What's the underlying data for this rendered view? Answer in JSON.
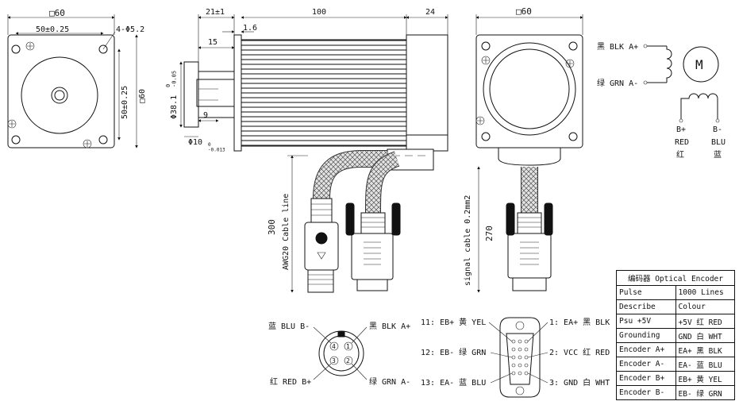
{
  "front_view": {
    "square": "□60",
    "hole_spacing": "50±0.25",
    "holes": "4-Φ5.2",
    "hole_spacing_v": "50±0.25",
    "square_v": "□60"
  },
  "side_view": {
    "flange": "21±1",
    "body": "100",
    "rear": "24",
    "thickness": "1.6",
    "shaft": "15",
    "pilot_dia": "Φ38.1",
    "pilot_tol": "0\n-0.05",
    "flat": "9",
    "shaft_dia": "Φ10",
    "shaft_tol": "0\n-0.013",
    "cable_len": "300",
    "cable_label": "AWG20 Cable line"
  },
  "rear_view": {
    "square": "□60",
    "cable_len": "270",
    "cable_label": "signal cable 0.2mm2"
  },
  "motor_schematic": {
    "a_plus": "黑 BLK A+",
    "a_minus": "绿 GRN A-",
    "motor": "M",
    "b_plus": "B+",
    "b_plus_color": "RED",
    "b_plus_cn": "红",
    "b_minus": "B-",
    "b_minus_color": "BLU",
    "b_minus_cn": "蓝"
  },
  "power_connector": {
    "tl": "蓝 BLU B-",
    "tr": "黑 BLK A+",
    "bl": "红 RED B+",
    "br": "绿 GRN A-",
    "pins": [
      "4",
      "1",
      "3",
      "2"
    ]
  },
  "encoder_connector": {
    "left": [
      "11: EB+ 黄 YEL",
      "12: EB- 绿 GRN",
      "13: EA- 蓝 BLU"
    ],
    "right": [
      "1: EA+ 黑 BLK",
      "2: VCC 红 RED",
      "3: GND 白 WHT"
    ]
  },
  "encoder_table": {
    "title": "编码器 Optical Encoder",
    "rows": [
      [
        "Pulse",
        "1000 Lines"
      ],
      [
        "Describe",
        "Colour"
      ],
      [
        "Psu +5V",
        "+5V 红 RED"
      ],
      [
        "Grounding",
        "GND 白 WHT"
      ],
      [
        "Encoder A+",
        "EA+ 黑 BLK"
      ],
      [
        "Encoder A-",
        "EA- 蓝 BLU"
      ],
      [
        "Encoder B+",
        "EB+ 黄 YEL"
      ],
      [
        "Encoder B-",
        "EB- 绿 GRN"
      ]
    ]
  }
}
